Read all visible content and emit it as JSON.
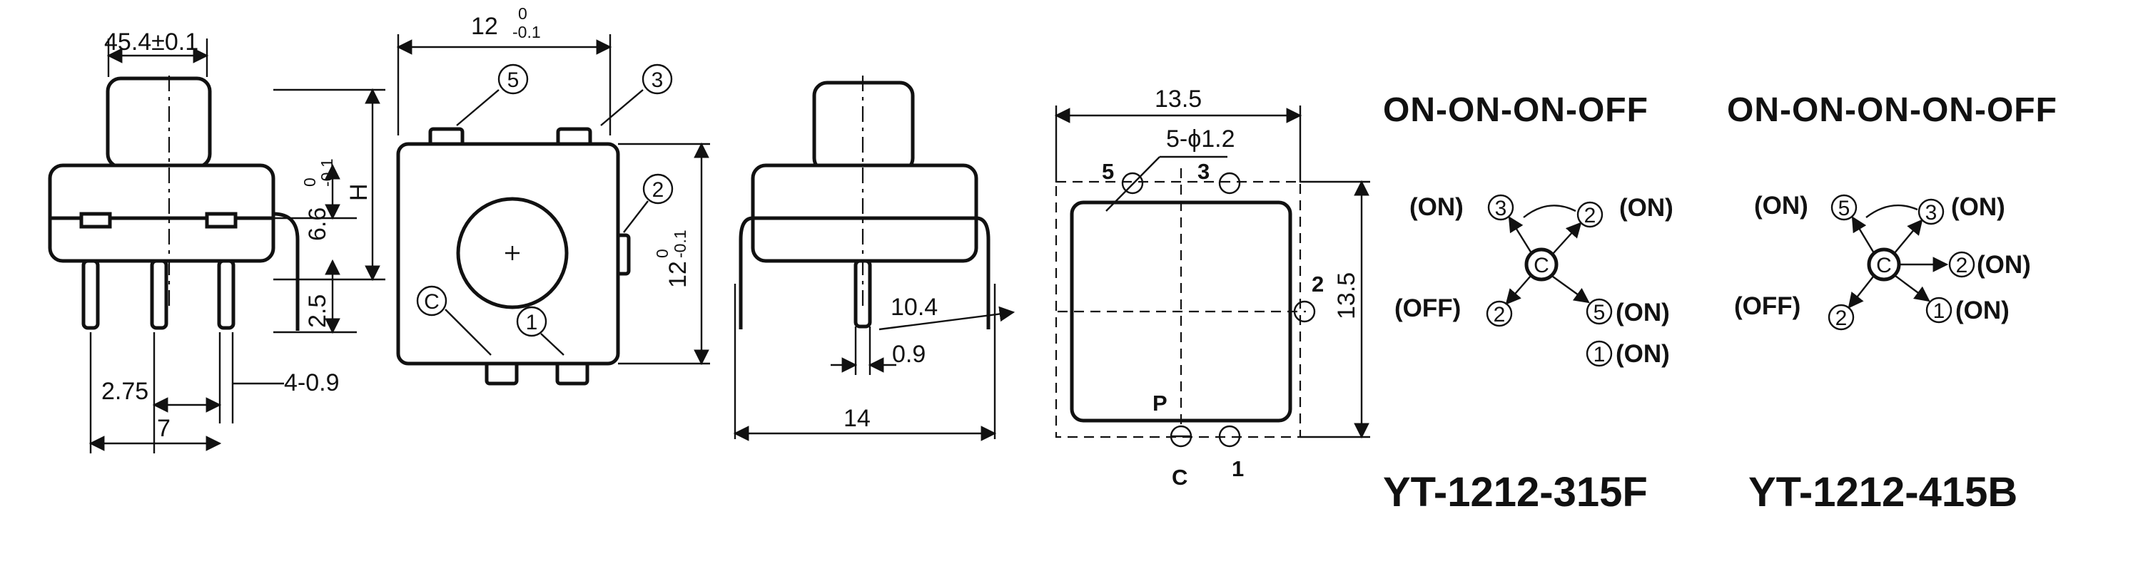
{
  "side_view_left": {
    "width_label": "45.4±0.1",
    "height_label": "H",
    "pin_gap_label": "6.6",
    "pin_gap_tol_top": "0",
    "pin_gap_tol_bottom": "-0.1",
    "pin_len_label": "2.5",
    "pin_w_label": "4-0.9",
    "pin_x_label": "2.75",
    "spacing_label": "7"
  },
  "top_view": {
    "width_label": "12",
    "width_tol_top": "0",
    "width_tol_bottom": "-0.1",
    "height_label": "12",
    "height_tol_top": "0",
    "height_tol_bottom": "-0.1",
    "callouts": [
      "5",
      "3",
      "2",
      "C",
      "1"
    ]
  },
  "side_view_right": {
    "width_label": "14",
    "lead_label": "10.4",
    "pin_label": "0.9"
  },
  "footprint": {
    "width_label": "13.5",
    "height_label": "13.5",
    "hole_label": "5-ϕ1.2",
    "pins": [
      "5",
      "3",
      "2",
      "P",
      "C",
      "1"
    ]
  },
  "schematic_a": {
    "title": "ON-ON-ON-OFF",
    "model": "YT-1212-315F",
    "center": "C",
    "pins": [
      "3",
      "2",
      "2",
      "5",
      "1"
    ],
    "states": [
      "(ON)",
      "(ON)",
      "(OFF)",
      "(ON)",
      "(ON)"
    ]
  },
  "schematic_b": {
    "title": "ON-ON-ON-ON-OFF",
    "model": "YT-1212-415B",
    "center": "C",
    "pins": [
      "5",
      "3",
      "2",
      "2",
      "1"
    ],
    "states": [
      "(ON)",
      "(ON)",
      "(ON)",
      "(OFF)",
      "(ON)"
    ]
  }
}
